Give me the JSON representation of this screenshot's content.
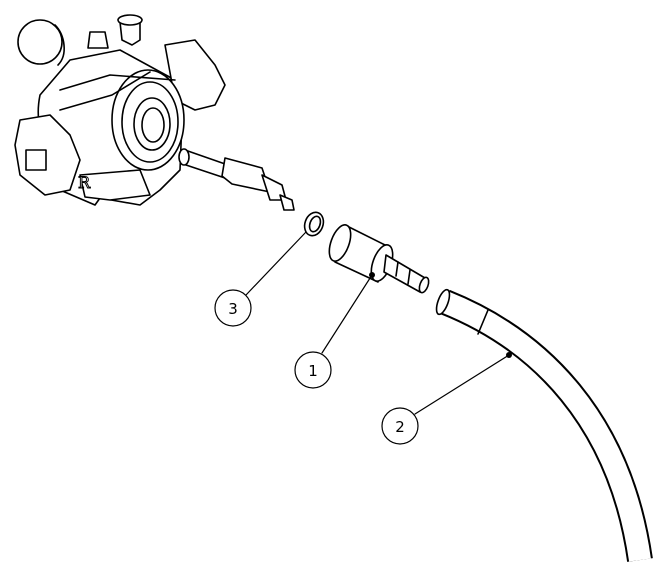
{
  "diagram": {
    "valve_marking": "R",
    "callouts": [
      {
        "label": "3",
        "part": "o-ring"
      },
      {
        "label": "1",
        "part": "hose-connector"
      },
      {
        "label": "2",
        "part": "hose"
      }
    ]
  }
}
